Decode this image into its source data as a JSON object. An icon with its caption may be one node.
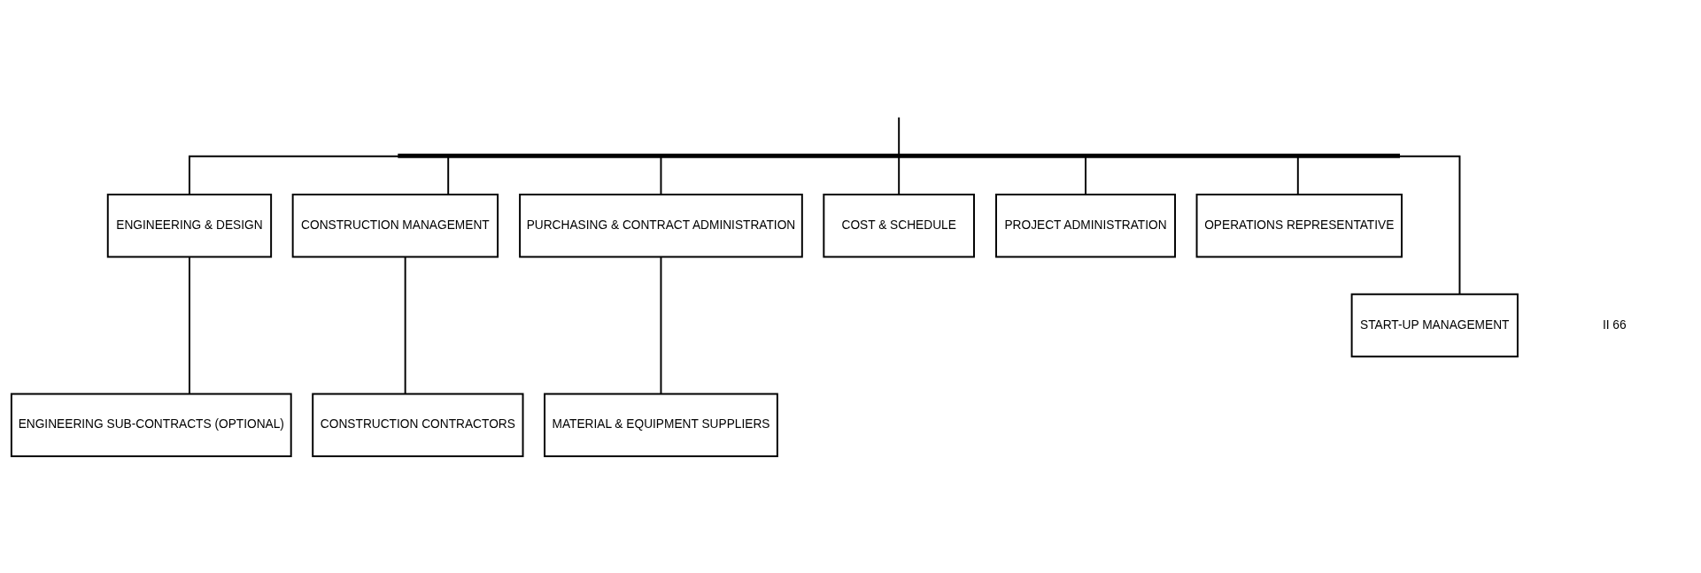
{
  "diagram": {
    "nodes": [
      {
        "text": [],
        "shape": "bar"
      },
      {
        "text": [
          "ENGINEERING & DESIGN"
        ]
      },
      {
        "text": [
          "CONSTRUCTION MANAGEMENT"
        ]
      },
      {
        "text": [
          "PURCHASING & CONTRACT ADMINISTRATION"
        ]
      },
      {
        "text": [
          "COST & SCHEDULE"
        ]
      },
      {
        "text": [
          "PROJECT ADMINISTRATION"
        ]
      },
      {
        "text": [
          "OPERATIONS REPRESENTATIVE"
        ]
      },
      {
        "text": [
          "START-UP MANAGEMENT"
        ]
      },
      {
        "text": [
          "ENGINEERING SUB-CONTRACTS (OPTIONAL)"
        ]
      },
      {
        "text": [
          "CONSTRUCTION CONTRACTORS"
        ]
      },
      {
        "text": [
          "MATERIAL & EQUIPMENT SUPPLIERS"
        ]
      }
    ],
    "edges": [
      {
        "from": null,
        "to": 0,
        "arrow": "none"
      },
      {
        "from": 0,
        "to": 1,
        "arrow": "none"
      },
      {
        "from": 0,
        "to": 2,
        "arrow": "none"
      },
      {
        "from": 0,
        "to": 3,
        "arrow": "none"
      },
      {
        "from": 0,
        "to": 7,
        "arrow": "none"
      },
      {
        "from": 0,
        "to": 4,
        "arrow": "none"
      },
      {
        "from": 0,
        "to": 5,
        "arrow": "none"
      },
      {
        "from": 0,
        "to": 6,
        "arrow": "none"
      },
      {
        "from": 1,
        "to": 8,
        "arrow": "none"
      },
      {
        "from": 2,
        "to": 9,
        "arrow": "none"
      },
      {
        "from": 3,
        "to": 10,
        "arrow": "none"
      }
    ],
    "labels": [
      "II 66"
    ]
  }
}
